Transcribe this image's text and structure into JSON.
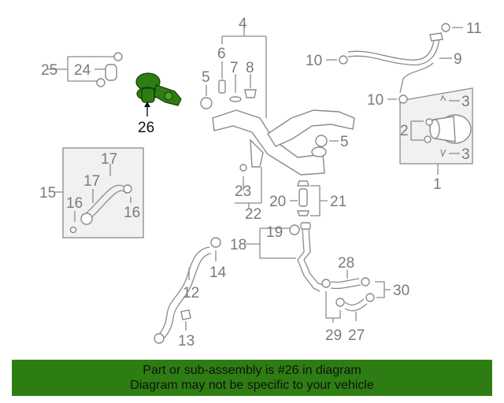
{
  "diagram": {
    "highlighted_part": "26",
    "highlight_color": "#2e7d12",
    "callouts": {
      "c1": "1",
      "c2": "2",
      "c3a": "3",
      "c3b": "3",
      "c4": "4",
      "c5a": "5",
      "c5b": "5",
      "c6": "6",
      "c7": "7",
      "c8": "8",
      "c9": "9",
      "c10a": "10",
      "c10b": "10",
      "c11": "11",
      "c12": "12",
      "c13": "13",
      "c14": "14",
      "c15": "15",
      "c16a": "16",
      "c16b": "16",
      "c17a": "17",
      "c17b": "17",
      "c18": "18",
      "c19": "19",
      "c20": "20",
      "c21": "21",
      "c22": "22",
      "c23": "23",
      "c24": "24",
      "c25": "25",
      "c26": "26",
      "c27": "27",
      "c28": "28",
      "c29": "29",
      "c30": "30"
    }
  },
  "banner": {
    "line1": "Part or sub-assembly is #26 in diagram",
    "line2": "Diagram may not be specific to your vehicle",
    "background": "#2e7d12"
  }
}
